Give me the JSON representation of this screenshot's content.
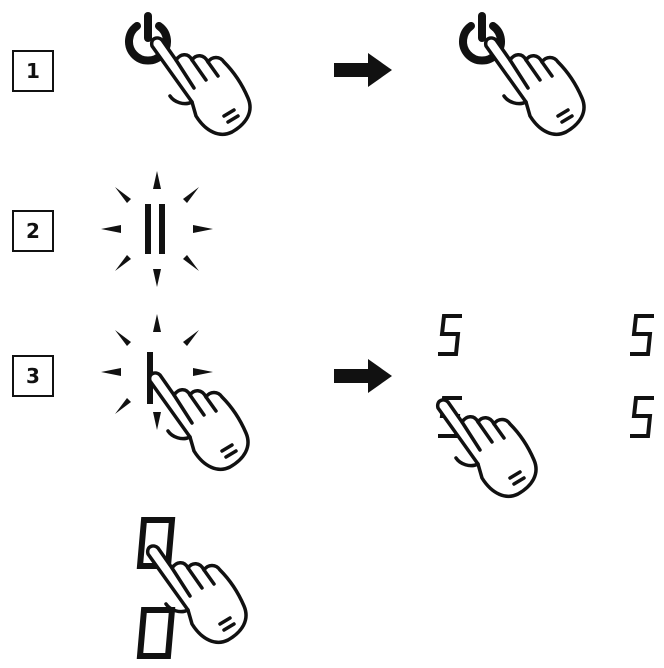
{
  "steps": [
    {
      "number": "1"
    },
    {
      "number": "2"
    },
    {
      "number": "3"
    }
  ],
  "icons": {
    "power": "power-icon",
    "hand": "pointing-hand-icon",
    "arrow": "right-arrow-icon",
    "blink": "blinking-rays-icon"
  },
  "colors": {
    "ink": "#111111"
  }
}
